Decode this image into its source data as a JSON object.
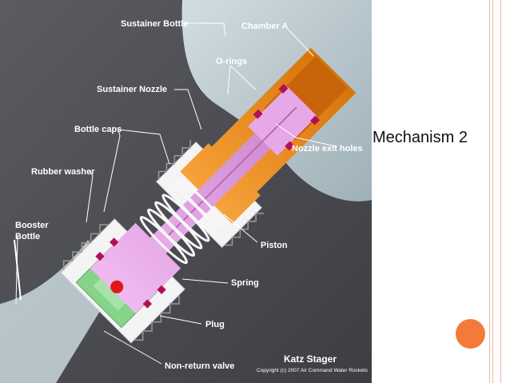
{
  "slide": {
    "title": "Mechanism 2",
    "accent_color": "#f47a3c",
    "frame_line_color": "#f0b9a4"
  },
  "figure": {
    "labels": {
      "sustainer_bottle": "Sustainer Bottle",
      "chamber_a": "Chamber A",
      "o_rings": "O-rings",
      "sustainer_nozzle": "Sustainer Nozzle",
      "bottle_caps": "Bottle caps",
      "nozzle_exit_holes": "Nozzle exit holes",
      "rubber_washer": "Rubber washer",
      "booster_bottle_line1": "Booster",
      "booster_bottle_line2": "Bottle",
      "piston": "Piston",
      "spring": "Spring",
      "plug": "Plug",
      "non_return_valve": "Non-return valve"
    },
    "author": "Katz Stager",
    "copyright": "Copyright (c) 2007 Air Command Water Rockets",
    "colors": {
      "background": "#4a4c52",
      "bottle": "#b9c8d0",
      "orange_part": "#f08c1c",
      "piston": "#e09ee0",
      "cap": "#f2f2f2",
      "valve": "#86d48a",
      "seal": "#b0105a",
      "plug_ball": "#e01818"
    }
  }
}
